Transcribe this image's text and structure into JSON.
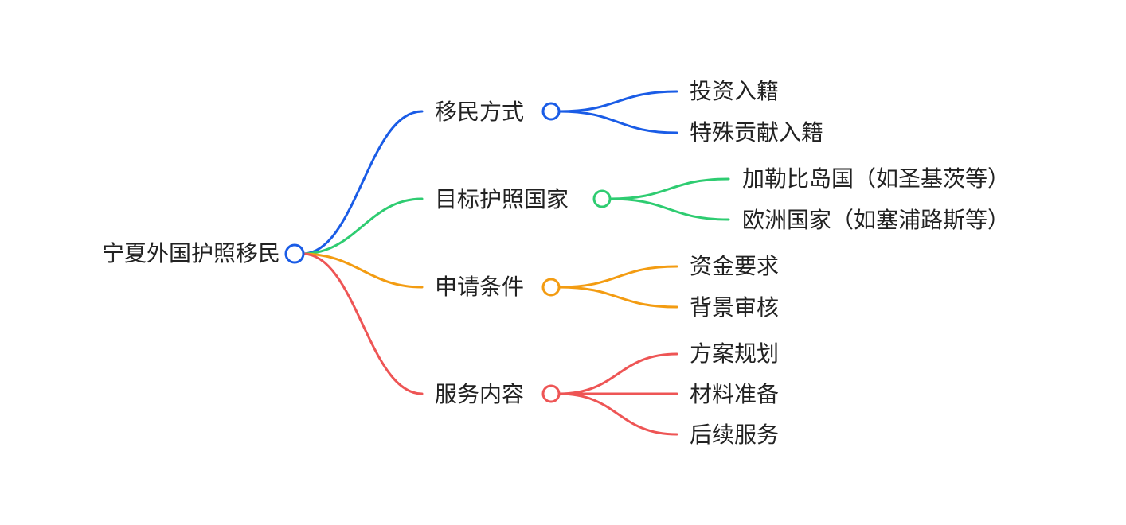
{
  "mindmap": {
    "root": {
      "label": "宁夏外国护照移民"
    },
    "branches": [
      {
        "label": "移民方式",
        "color": "#1a5ce6",
        "children": [
          "投资入籍",
          "特殊贡献入籍"
        ]
      },
      {
        "label": "目标护照国家",
        "color": "#2ecc71",
        "children": [
          "加勒比岛国（如圣基茨等）",
          "欧洲国家（如塞浦路斯等）"
        ]
      },
      {
        "label": "申请条件",
        "color": "#f39c12",
        "children": [
          "资金要求",
          "背景审核"
        ]
      },
      {
        "label": "服务内容",
        "color": "#ee5555",
        "children": [
          "方案规划",
          "材料准备",
          "后续服务"
        ]
      }
    ]
  }
}
